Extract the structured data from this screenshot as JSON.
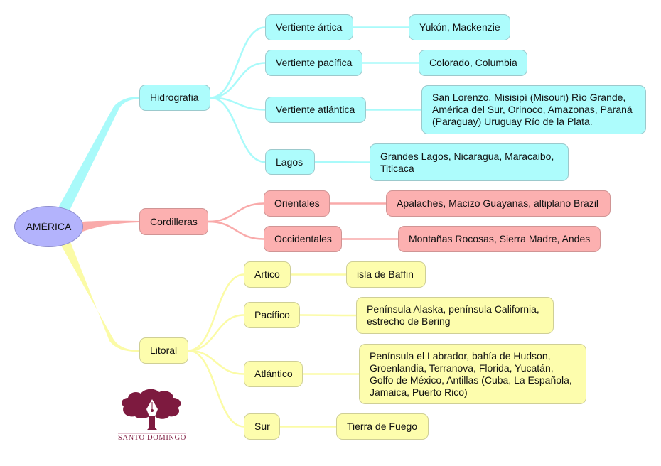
{
  "root": {
    "label": "AMÉRICA",
    "color": "#b3b3fc"
  },
  "branches": [
    {
      "label": "Hidrografia",
      "color": "#adfcfc",
      "children": [
        {
          "label": "Vertiente ártica",
          "detail": "Yukón, Mackenzie"
        },
        {
          "label": "Vertiente pacífica",
          "detail": "Colorado, Columbia"
        },
        {
          "label": "Vertiente atlántica",
          "detail": "San Lorenzo, Misisipí (Misouri) Río Grande, América del Sur, Orinoco, Amazonas, Paraná (Paraguay) Uruguay Río de la Plata."
        },
        {
          "label": "Lagos",
          "detail": "Grandes Lagos, Nicaragua, Maracaibo, Titicaca"
        }
      ]
    },
    {
      "label": "Cordilleras",
      "color": "#fcb0b0",
      "children": [
        {
          "label": "Orientales",
          "detail": "Apalaches, Macizo Guayanas, altiplano Brazil"
        },
        {
          "label": "Occidentales",
          "detail": "Montañas Rocosas, Sierra Madre, Andes"
        }
      ]
    },
    {
      "label": "Litoral",
      "color": "#fdfdad",
      "children": [
        {
          "label": "Artico",
          "detail": "isla de Baffin"
        },
        {
          "label": "Pacífico",
          "detail": "Península Alaska, península California, estrecho de Bering"
        },
        {
          "label": "Atlántico",
          "detail": "Península el Labrador, bahía de Hudson, Groenlandia, Terranova, Florida, Yucatán, Golfo de México, Antillas (Cuba, La Española, Jamaica, Puerto Rico)"
        },
        {
          "label": "Sur",
          "detail": "Tierra de Fuego"
        }
      ]
    }
  ],
  "logo": {
    "text": "SANTO DOMINGO",
    "color": "#7d1a3f"
  }
}
